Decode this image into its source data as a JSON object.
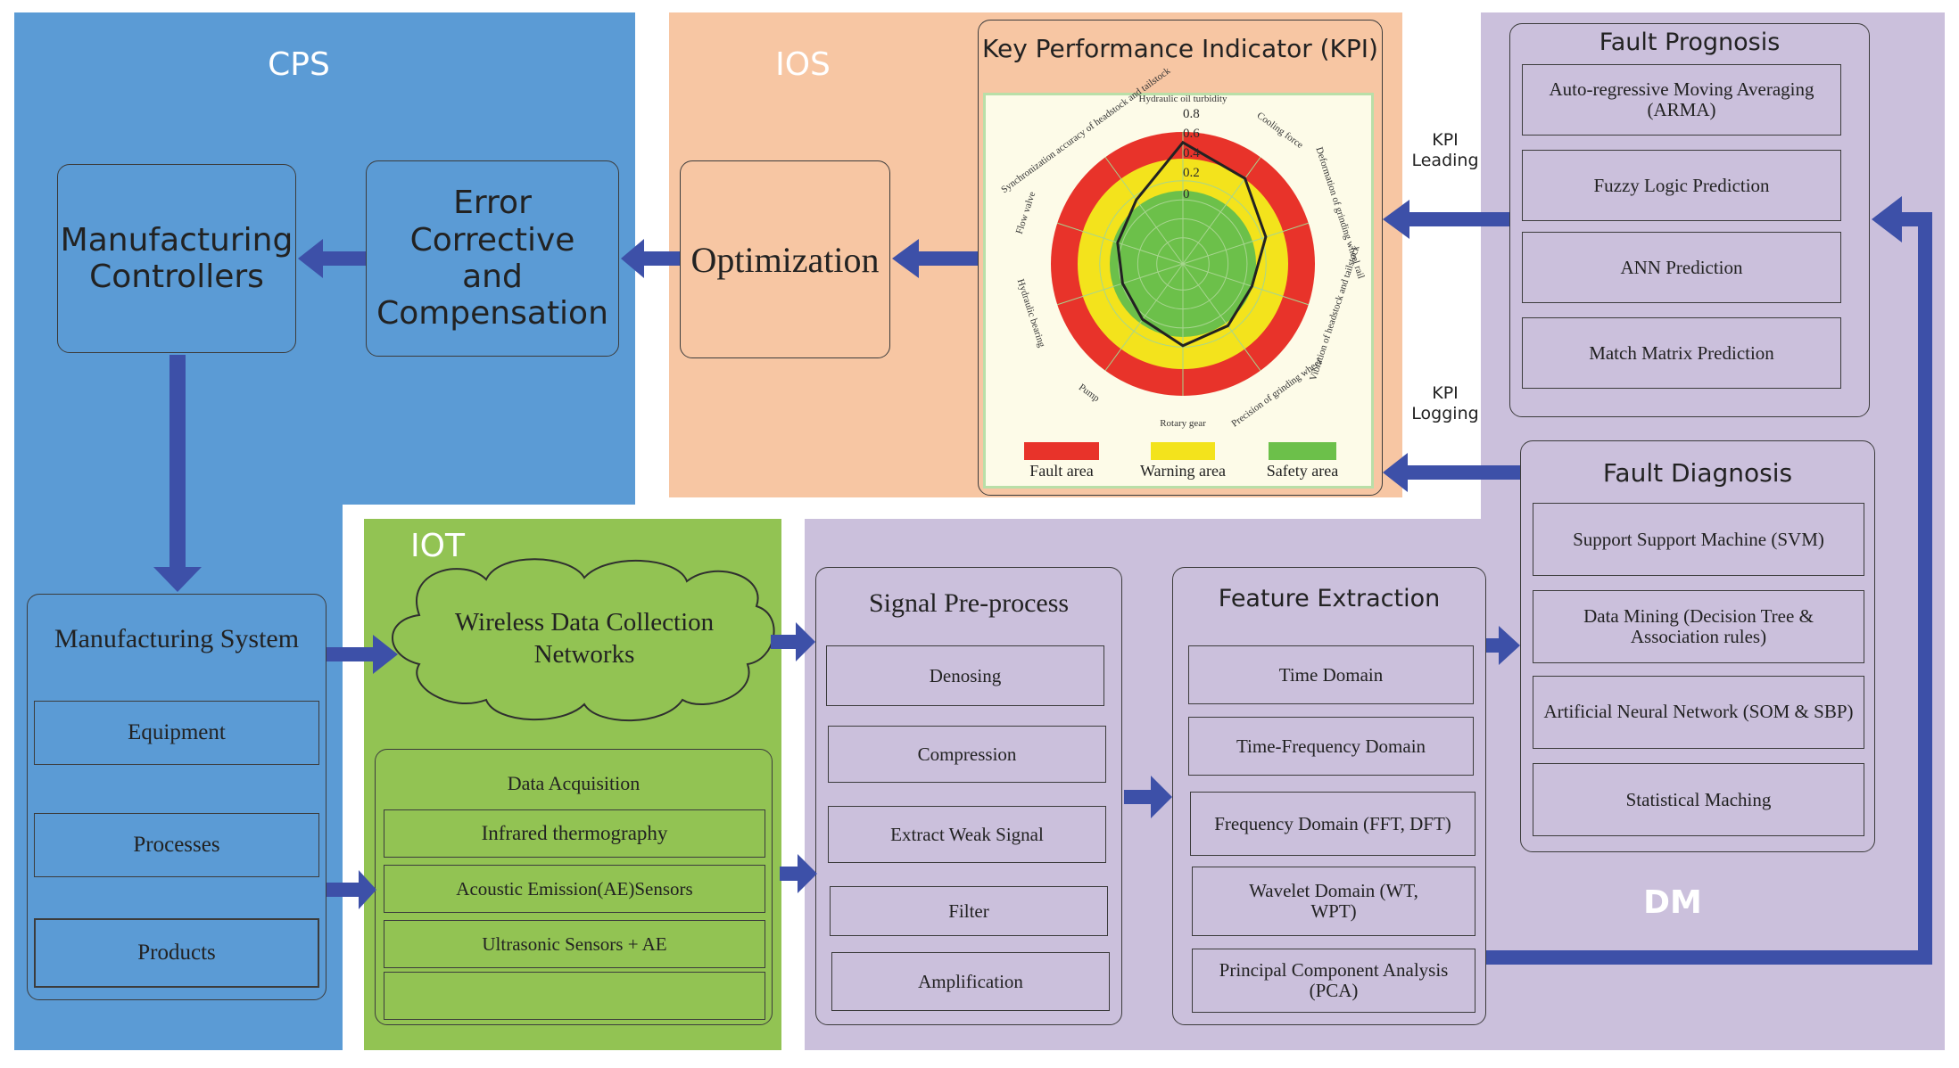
{
  "colors": {
    "cps": "#5b9bd5",
    "ios": "#f7c6a3",
    "iot": "#92c353",
    "dm": "#cbc0dc",
    "arrow": "#3d50a8",
    "fault": "#e8332a",
    "warning": "#f3e31c",
    "safety": "#6cc04a"
  },
  "cps": {
    "label": "CPS",
    "manufacturing_controllers": "Manufacturing Controllers",
    "error_corrective": "Error Corrective and Compensation",
    "manufacturing_system": {
      "title": "Manufacturing System",
      "items": [
        "Equipment",
        "Processes",
        "Products"
      ]
    }
  },
  "ios": {
    "label": "IOS",
    "optimization": "Optimization"
  },
  "kpi": {
    "title": "Key Performance Indicator (KPI)",
    "axes": [
      "Hydraulic oil turbidity",
      "Cooling force",
      "Deformation of grinding wheel rail",
      "Vibration of headstock and tailstock",
      "Precision of grinding wheel",
      "Rotary gear",
      "Pump",
      "Hydraulic bearing",
      "Flow valve",
      "Synchronization accuracy of headstock and tailstock"
    ],
    "ticks": [
      "0.8",
      "0.6",
      "0.4",
      "0.2",
      "0"
    ],
    "legend": [
      "Fault area",
      "Warning area",
      "Safety area"
    ],
    "leading_label": "KPI Leading",
    "logging_label": "KPI Logging"
  },
  "iot": {
    "label": "IOT",
    "wireless": "Wireless Data Collection Networks",
    "acquisition": {
      "title": "Data Acquisition",
      "items": [
        "Infrared thermography",
        "Acoustic Emission(AE)Sensors",
        "Ultrasonic Sensors + AE",
        ""
      ]
    }
  },
  "dm": {
    "label": "DM",
    "signal": {
      "title": "Signal Pre-process",
      "items": [
        "Denosing",
        "Compression",
        "Extract Weak Signal",
        "Filter",
        "Amplification"
      ]
    },
    "feature": {
      "title": "Feature Extraction",
      "items": [
        "Time Domain",
        "Time-Frequency Domain",
        "Frequency Domain (FFT, DFT)",
        "Wavelet Domain (WT, WPT)",
        "Principal Component Analysis (PCA)"
      ]
    },
    "diagnosis": {
      "title": "Fault Diagnosis",
      "items": [
        "Support Support Machine (SVM)",
        "Data Mining (Decision Tree & Association rules)",
        "Artificial Neural Network (SOM & SBP)",
        "Statistical Maching"
      ]
    },
    "prognosis": {
      "title": "Fault Prognosis",
      "items": [
        "Auto-regressive Moving Averaging (ARMA)",
        "Fuzzy Logic Prediction",
        "ANN Prediction",
        "Match Matrix Prediction"
      ]
    }
  }
}
